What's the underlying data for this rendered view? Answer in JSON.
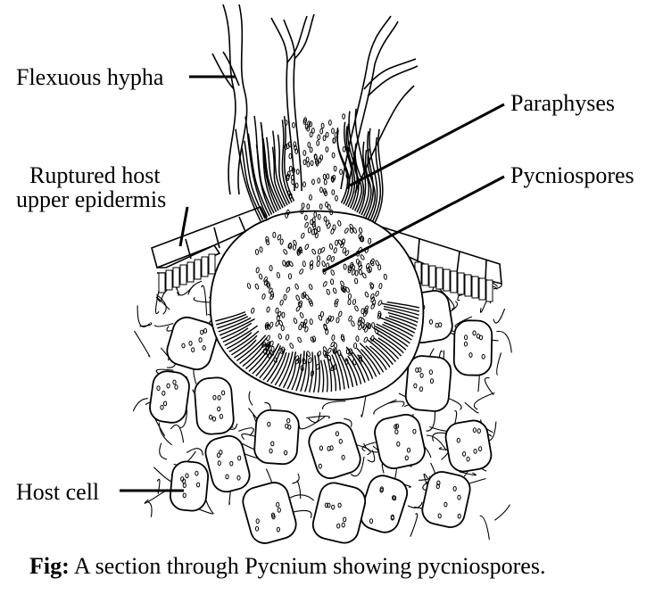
{
  "labels": {
    "flexuous_hypha": "Flexuous hypha",
    "paraphyses": "Paraphyses",
    "pycniospores": "Pycniospores",
    "ruptured_line1": "Ruptured host",
    "ruptured_line2": "upper epidermis",
    "host_cell": "Host cell"
  },
  "caption": {
    "prefix": "Fig:",
    "text": " A section through Pycnium showing pycniospores."
  }
}
